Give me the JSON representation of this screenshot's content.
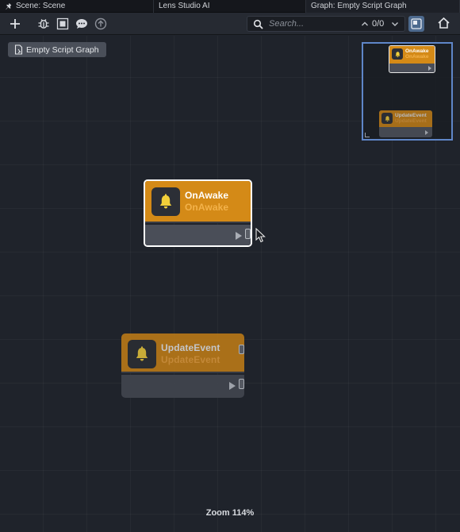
{
  "tabs": [
    {
      "label": "Scene: Scene"
    },
    {
      "label": "Lens Studio AI"
    },
    {
      "label": "Graph: Empty Script Graph"
    }
  ],
  "toolbar": {
    "search_placeholder": "Search...",
    "search_count": "0/0"
  },
  "breadcrumb": {
    "label": "Empty Script Graph"
  },
  "nodes": [
    {
      "title": "OnAwake",
      "subtitle": "OnAwake"
    },
    {
      "title": "UpdateEvent",
      "subtitle": "UpdateEvent"
    }
  ],
  "status": {
    "zoom": "Zoom 114%"
  },
  "colors": {
    "node_header": "#d48a17",
    "node_subtitle": "#f3b24a",
    "minimap_border": "#5f86c8",
    "selection": "#ffffff"
  },
  "icons": {
    "tab_scene": "pin-icon",
    "toolbar": [
      "add-icon",
      "bug-icon",
      "frame-icon",
      "comment-icon",
      "upload-icon"
    ],
    "search": "search-icon",
    "node": "bell-icon",
    "home": "home-icon",
    "minimap_toggle": "minimap-icon"
  }
}
